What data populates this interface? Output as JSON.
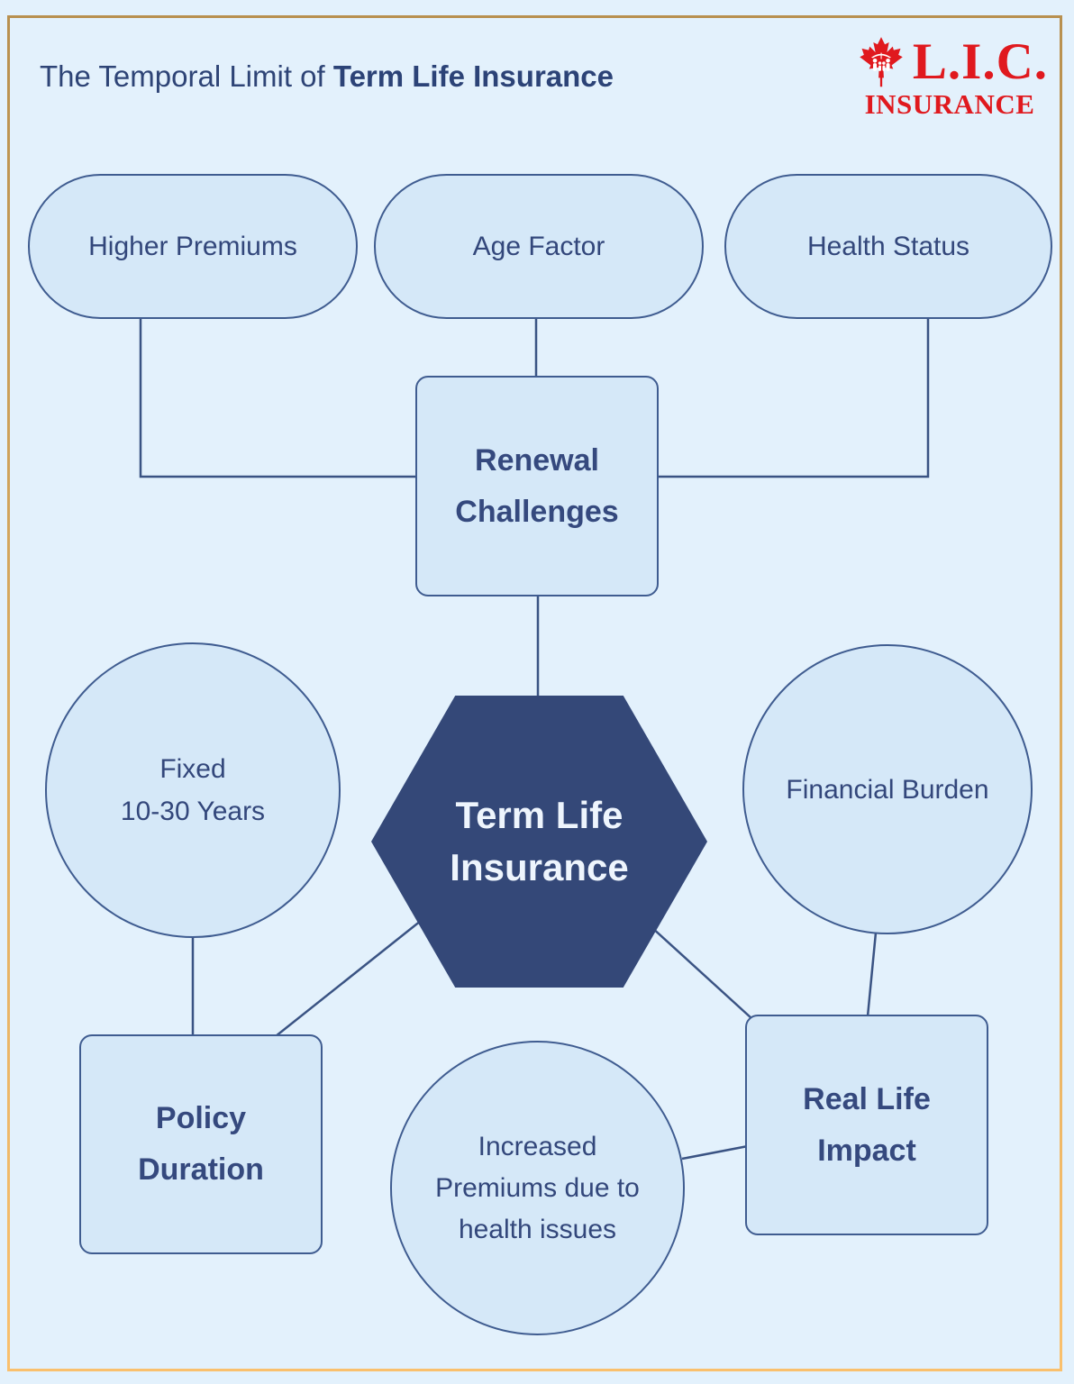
{
  "header": {
    "title_regular": "The Temporal Limit of ",
    "title_bold": "Term Life Insurance"
  },
  "logo": {
    "icon": "maple-leaf-family-icon",
    "acronym": "L.I.C.",
    "word": "INSURANCE",
    "color": "#e0191e"
  },
  "nodes": {
    "factors": [
      "Higher Premiums",
      "Age Factor",
      "Health Status"
    ],
    "renewal": {
      "lines": [
        "Renewal",
        "Challenges"
      ]
    },
    "hexagon": {
      "lines": [
        "Term Life",
        "Insurance"
      ]
    },
    "duration_circle": {
      "lines": [
        "Fixed",
        "10-30 Years"
      ]
    },
    "burden_circle": {
      "lines": [
        "Financial Burden"
      ]
    },
    "premiums_circle": {
      "lines": [
        "Increased",
        "Premiums due to",
        "health issues"
      ]
    },
    "policy_box": {
      "lines": [
        "Policy",
        "Duration"
      ]
    },
    "impact_box": {
      "lines": [
        "Real Life",
        "Impact"
      ]
    }
  },
  "colors": {
    "background": "#e3f1fc",
    "node_fill": "#d5e8f8",
    "node_border": "#3f5c90",
    "hexagon_fill": "#344878",
    "text_navy": "#33477b",
    "text_bold_navy": "#35497e",
    "connector": "#3a5383",
    "frame_gold_top": "#b8904f",
    "frame_gold_bottom": "#fac06d",
    "logo_red": "#e0191e"
  }
}
